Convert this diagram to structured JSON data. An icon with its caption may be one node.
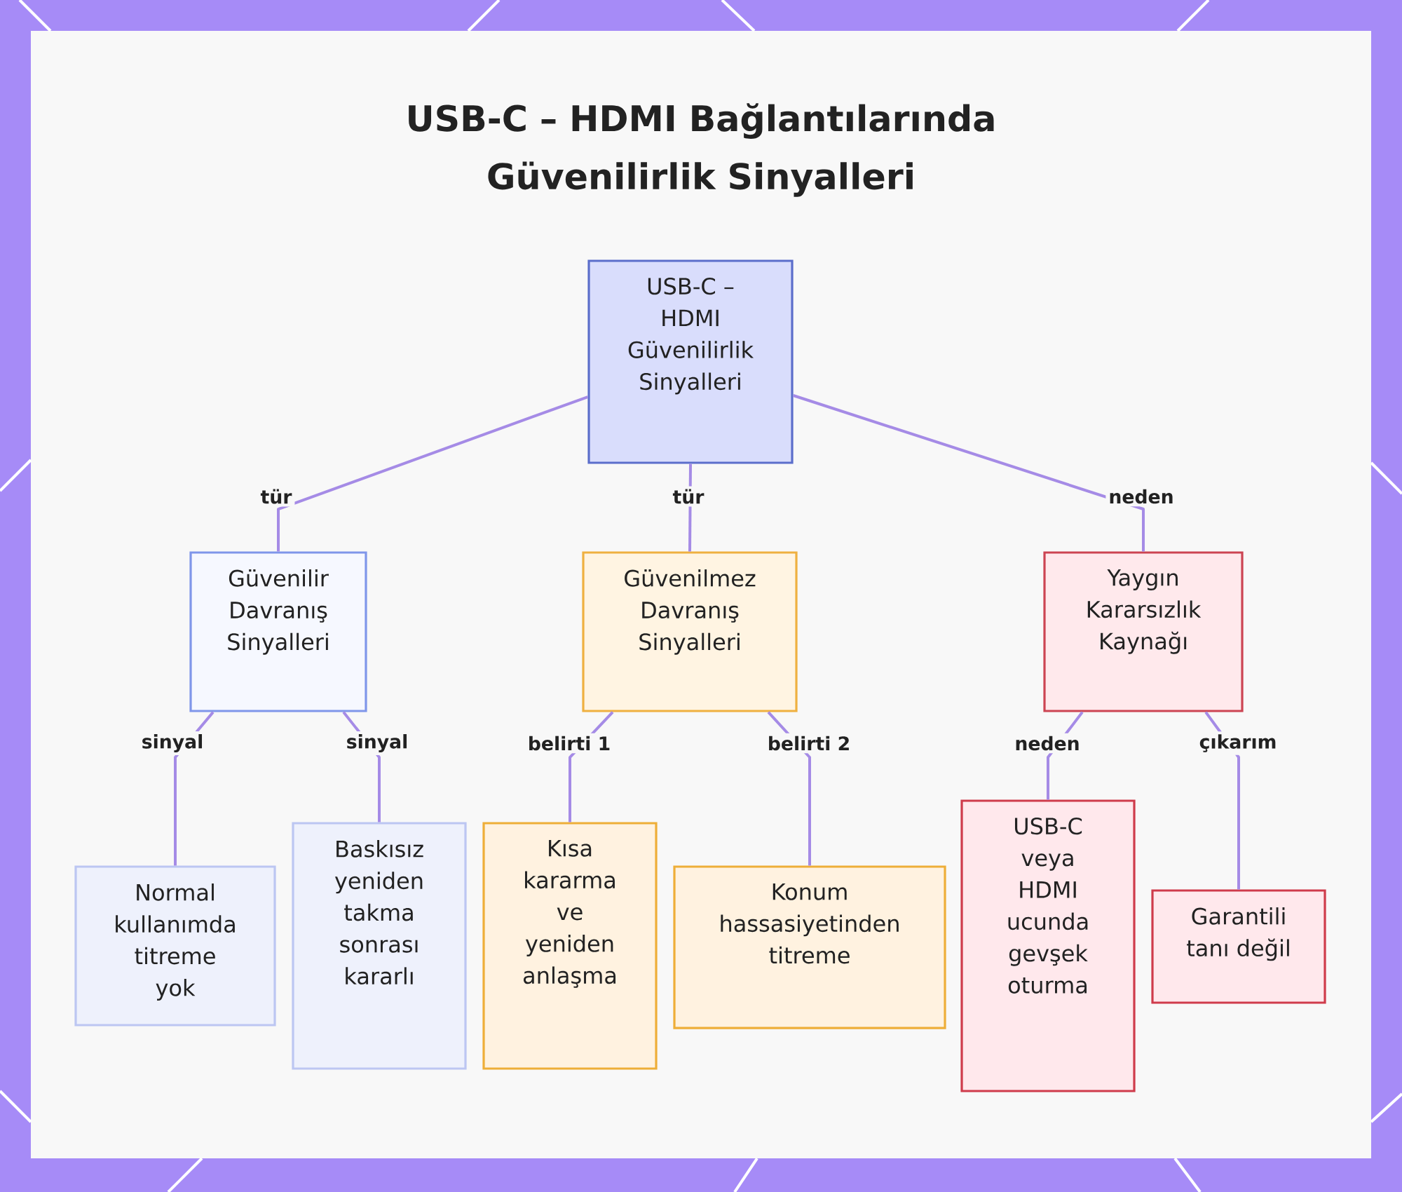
{
  "diagram": {
    "title": "USB-C – HDMI Bağlantılarında Güvenilirlik Sinyalleri",
    "nodes": [
      {
        "text": [
          "USB-C – HDMI Güvenilirlik Sinyalleri"
        ]
      },
      {
        "text": [
          "Güvenilir Davranış Sinyalleri"
        ]
      },
      {
        "text": [
          "Güvenilmez Davranış Sinyalleri"
        ]
      },
      {
        "text": [
          "Yaygın Kararsızlık Kaynağı"
        ]
      },
      {
        "text": [
          "Normal kullanımda titreme yok"
        ]
      },
      {
        "text": [
          "Baskısız yeniden takma sonrası kararlı"
        ]
      },
      {
        "text": [
          "Kısa kararma ve yeniden anlaşma"
        ]
      },
      {
        "text": [
          "Konum hassasiyetinden titreme"
        ]
      },
      {
        "text": [
          "USB-C veya HDMI ucunda gevşek oturma"
        ]
      },
      {
        "text": [
          "Garantili tanı değil"
        ]
      }
    ],
    "edges": [
      {
        "from": 0,
        "to": 1,
        "arrow": "none",
        "label": "tür"
      },
      {
        "from": 0,
        "to": 2,
        "arrow": "none",
        "label": "tür"
      },
      {
        "from": 0,
        "to": 3,
        "arrow": "none",
        "label": "neden"
      },
      {
        "from": 1,
        "to": 4,
        "arrow": "none",
        "label": "sinyal"
      },
      {
        "from": 1,
        "to": 5,
        "arrow": "none",
        "label": "sinyal"
      },
      {
        "from": 2,
        "to": 6,
        "arrow": "none",
        "label": "belirti 1"
      },
      {
        "from": 2,
        "to": 7,
        "arrow": "none",
        "label": "belirti 2"
      },
      {
        "from": 3,
        "to": 8,
        "arrow": "none",
        "label": "neden"
      },
      {
        "from": 3,
        "to": 9,
        "arrow": "none",
        "label": "çıkarım"
      }
    ]
  }
}
